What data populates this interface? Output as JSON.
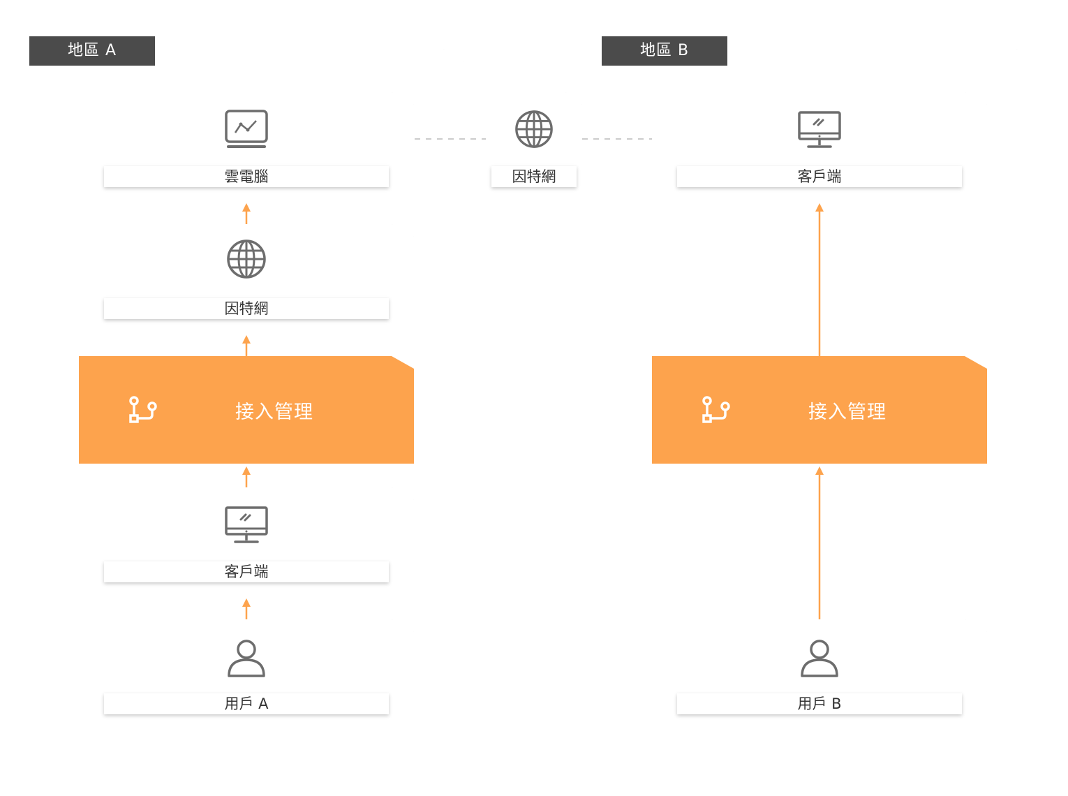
{
  "colors": {
    "accent": "#fda34d",
    "region_tag": "#4b4b4b",
    "icon": "#6d6d6d",
    "connector_dashed": "#cccccc"
  },
  "region_a": {
    "title": "地區 A",
    "nodes": [
      {
        "label": "雲電腦",
        "icon": "cloud-desktop-icon"
      },
      {
        "label": "因特網",
        "icon": "globe-icon"
      },
      {
        "label": "接入管理",
        "icon": "branch-icon"
      },
      {
        "label": "客戶端",
        "icon": "monitor-icon"
      },
      {
        "label": "用戶 A",
        "icon": "user-icon"
      }
    ]
  },
  "region_b": {
    "title": "地區 B",
    "nodes": [
      {
        "label": "客戶端",
        "icon": "monitor-icon"
      },
      {
        "label": "接入管理",
        "icon": "branch-icon"
      },
      {
        "label": "用戶 B",
        "icon": "user-icon"
      }
    ]
  },
  "internet_link": {
    "label": "因特網",
    "icon": "globe-icon"
  }
}
